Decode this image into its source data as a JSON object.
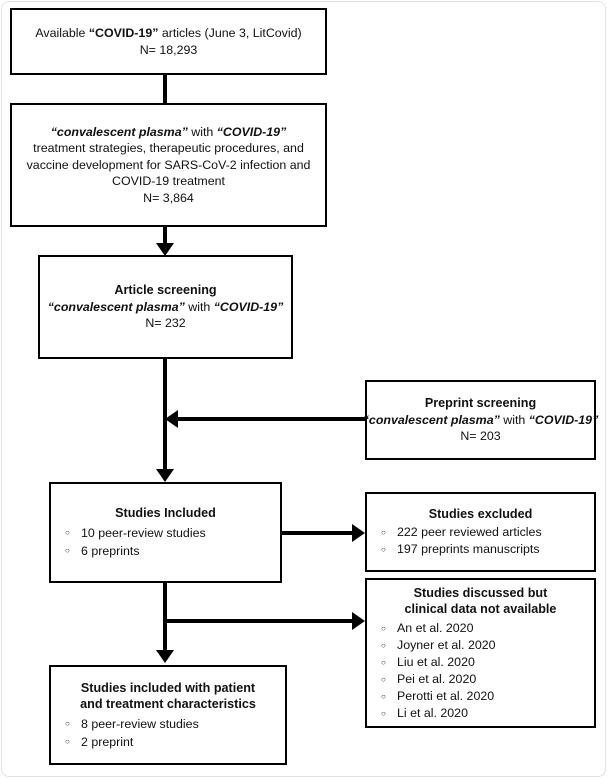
{
  "diagram": {
    "title": "COVID-19 convalescent plasma literature selection flowchart",
    "stroke_color": "#000000",
    "background_color": "#ffffff"
  },
  "boxes": {
    "available_articles": {
      "line1_a": "Available ",
      "line1_b": "“COVID-19”",
      "line1_c": " articles (June 3, LitCovid)",
      "count": "N= 18,293"
    },
    "search_strategy": {
      "line1_a": "“convalescent plasma”",
      "line1_b": " with ",
      "line1_c": "“COVID-19”",
      "line2": "treatment strategies, therapeutic procedures, and",
      "line3": "vaccine development for SARS-CoV-2 infection and",
      "line4": "COVID-19 treatment",
      "count": "N= 3,864"
    },
    "article_screening": {
      "header": "Article screening",
      "line1_a": "“convalescent plasma”",
      "line1_b": " with ",
      "line1_c": "“COVID-19”",
      "count": "N= 232"
    },
    "preprint_screening": {
      "header": "Preprint screening",
      "line1_a": "“convalescent plasma”",
      "line1_b": " with ",
      "line1_c": "“COVID-19”",
      "count": "N=  203"
    },
    "studies_included": {
      "header": "Studies Included",
      "items": [
        "10 peer-review studies",
        "6 preprints"
      ]
    },
    "studies_excluded": {
      "header": "Studies excluded",
      "items": [
        "222 peer reviewed articles",
        "197 preprints manuscripts"
      ]
    },
    "studies_discussed": {
      "header_line1": "Studies discussed but",
      "header_line2": "clinical data not available",
      "items": [
        "An et al. 2020",
        "Joyner et al. 2020",
        "Liu et al. 2020",
        "Pei et al. 2020",
        "Perotti et al. 2020",
        "Li et al. 2020"
      ]
    },
    "final_included": {
      "header_line1": "Studies included with patient",
      "header_line2": "and treatment characteristics",
      "items": [
        "8 peer-review studies",
        "2 preprint"
      ]
    }
  },
  "connectors": [
    {
      "name": "available-to-search",
      "type": "vertical-line"
    },
    {
      "name": "search-to-article-screening",
      "type": "vertical-arrow-down"
    },
    {
      "name": "preprint-into-main-trunk",
      "type": "horizontal-arrow-left"
    },
    {
      "name": "article-screening-to-studies-included",
      "type": "vertical-arrow-down"
    },
    {
      "name": "studies-included-to-excluded",
      "type": "horizontal-arrow-right"
    },
    {
      "name": "trunk-to-studies-discussed",
      "type": "horizontal-arrow-right"
    },
    {
      "name": "studies-included-to-final",
      "type": "vertical-arrow-down"
    }
  ]
}
